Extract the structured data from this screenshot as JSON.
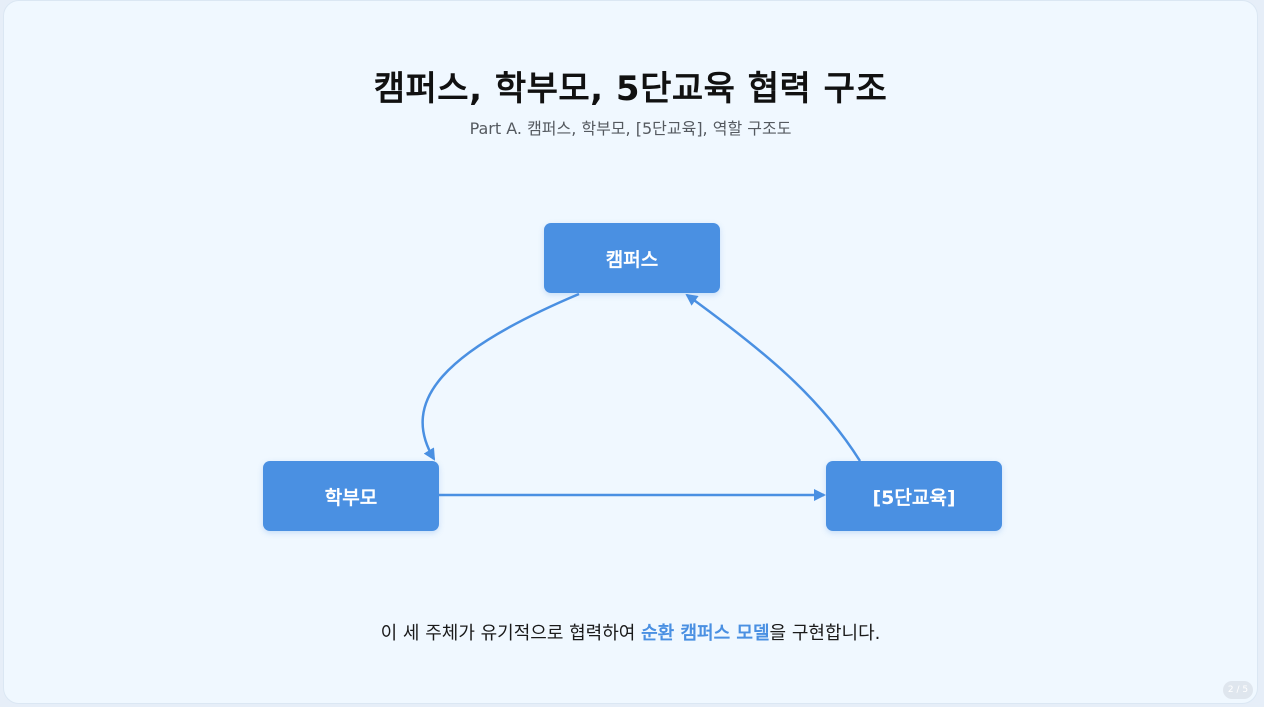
{
  "title": "캠퍼스, 학부모, 5단교육 협력 구조",
  "subtitle": "Part A. 캠퍼스, 학부모, [5단교육], 역할 구조도",
  "nodes": {
    "campus": "캠퍼스",
    "parent": "학부모",
    "edu": "[5단교육]"
  },
  "footer": {
    "before": "이 세 주체가 유기적으로 협력하여 ",
    "highlight": "순환 캠퍼스 모델",
    "after": "을 구현합니다."
  },
  "page_indicator": "2 / 5",
  "colors": {
    "accent": "#4a90e2",
    "background": "#f0f8ff"
  }
}
